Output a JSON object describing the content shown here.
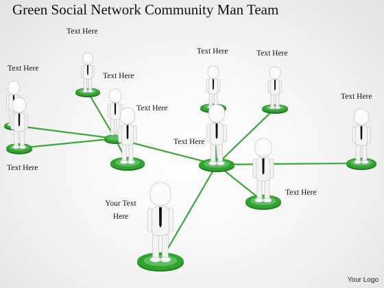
{
  "title": "Green Social Network Community Man Team",
  "logo": "Your Logo",
  "colors": {
    "link": "#3aa63a",
    "pad": "#2fa52f",
    "pad_light": "#7fd67f",
    "figure": "#f4f4f4",
    "tie": "#111111"
  },
  "labels": {
    "l1": "Text Here",
    "l2": "Text Here",
    "l3": "Text Here",
    "l4": "Text Here",
    "l5": "Text Here",
    "l6": "Text Here",
    "l7": "Text Here",
    "l8": "Text Here",
    "l9": "Text Here",
    "l10": "Text Here",
    "l11_line1": "Your Text",
    "l11_line2": "Here"
  }
}
